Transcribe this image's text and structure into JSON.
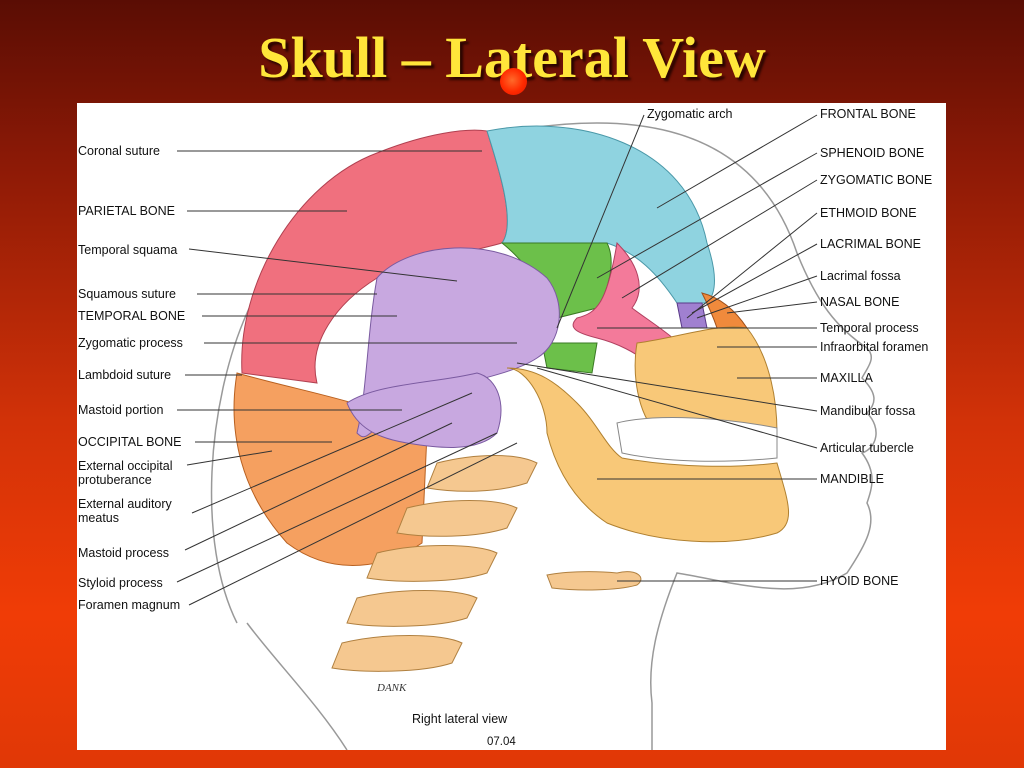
{
  "slide": {
    "title": "Skull – Lateral View"
  },
  "figure": {
    "caption": "Right lateral view",
    "figure_number": "07.04",
    "artist_signature": "DANK",
    "labels_left": [
      "Coronal suture",
      "PARIETAL BONE",
      "Temporal squama",
      "Squamous suture",
      "TEMPORAL BONE",
      "Zygomatic process",
      "Lambdoid suture",
      "Mastoid portion",
      "OCCIPITAL BONE",
      "External occipital protuberance",
      "External auditory meatus",
      "Mastoid process",
      "Styloid process",
      "Foramen magnum"
    ],
    "labels_right": [
      "FRONTAL BONE",
      "SPHENOID BONE",
      "ZYGOMATIC BONE",
      "ETHMOID BONE",
      "LACRIMAL BONE",
      "Lacrimal fossa",
      "NASAL BONE",
      "Temporal process",
      "Infraorbital foramen",
      "MAXILLA",
      "Mandibular fossa",
      "Articular tubercle",
      "MANDIBLE",
      "HYOID BONE"
    ],
    "label_top": "Zygomatic arch"
  },
  "colors": {
    "background_top": "#5a0d04",
    "background_bottom": "#f03c06",
    "title": "#ffe63a",
    "parietal": "#f0707e",
    "frontal": "#8fd3e0",
    "temporal": "#c8a8e0",
    "occipital": "#f5a060",
    "sphenoid": "#6cc04a",
    "zygomatic": "#f37a9a",
    "maxilla_mandible": "#f8c878",
    "ethmoid": "#a080d0",
    "nasal": "#f08a3c"
  }
}
